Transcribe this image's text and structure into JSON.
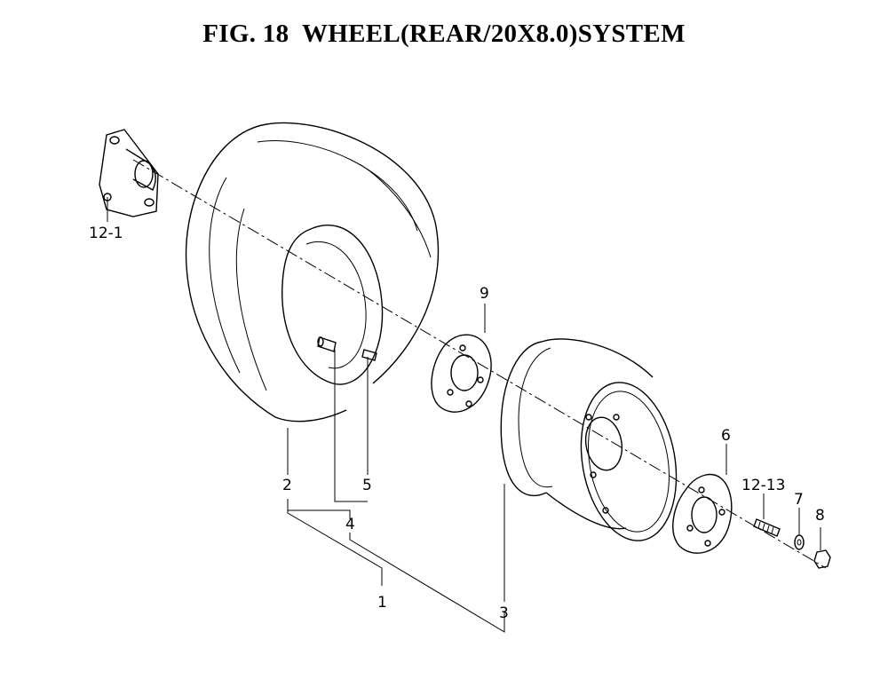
{
  "figure": {
    "title": "FIG. 18  WHEEL(REAR/20X8.0)SYSTEM"
  },
  "callouts": {
    "c12_1": "12-1",
    "c2": "2",
    "c5": "5",
    "c4": "4",
    "c1": "1",
    "c9": "9",
    "c3": "3",
    "c6": "6",
    "c12_13": "12-13",
    "c7": "7",
    "c8": "8"
  }
}
